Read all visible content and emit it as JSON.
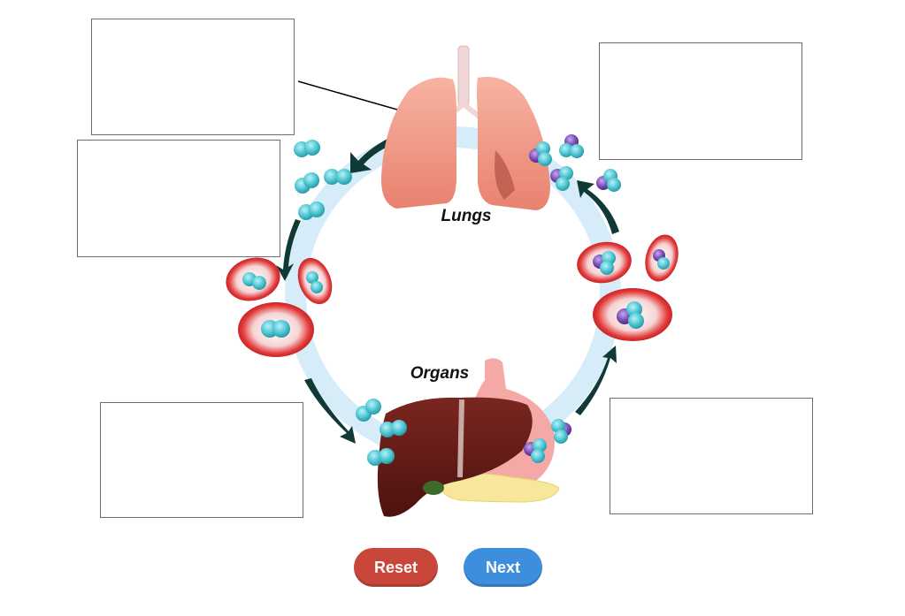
{
  "diagram": {
    "lungs_label": "Lungs",
    "organs_label": "Organs"
  },
  "drop_boxes": [
    "",
    "",
    "",
    "",
    ""
  ],
  "buttons": {
    "reset_label": "Reset",
    "next_label": "Next"
  },
  "colors": {
    "reset_button": "#c8473a",
    "next_button": "#3d8edc",
    "cycle_ring": "#d6ecf8",
    "blood_cell": "#d71920",
    "oxygen_molecule": "#53c9d6",
    "carbon_dioxide_atom": "#7a4fb5",
    "flow_arrow": "#0f3a36",
    "lung_tissue": "#f3a594",
    "liver": "#6a1c17"
  }
}
